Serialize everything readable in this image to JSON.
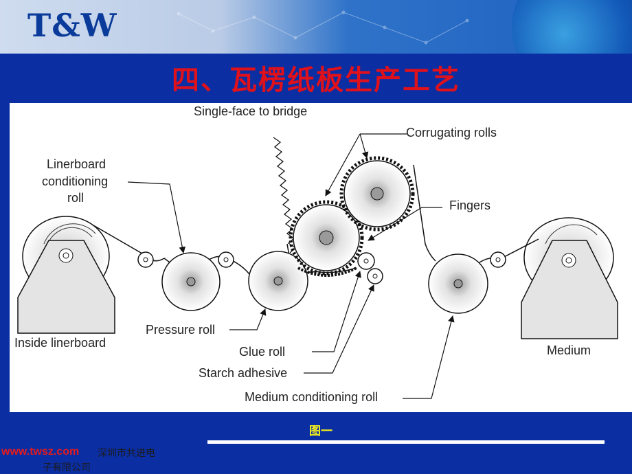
{
  "header": {
    "logo": "T&W"
  },
  "slide": {
    "title": "四、瓦楞纸板生产工艺",
    "caption": "图一"
  },
  "diagram": {
    "labels": {
      "single_face": "Single-face to bridge",
      "corrugating_rolls": "Corrugating rolls",
      "linerboard_line1": "Linerboard",
      "linerboard_line2": "conditioning",
      "linerboard_line3": "roll",
      "fingers": "Fingers",
      "pressure_roll": "Pressure roll",
      "inside_linerboard": "Inside linerboard",
      "glue_roll": "Glue roll",
      "medium": "Medium",
      "starch_adhesive": "Starch adhesive",
      "medium_conditioning": "Medium conditioning roll"
    }
  },
  "footer": {
    "url": "www.twsz.com",
    "company_line1": "深圳市共进电",
    "company_line2": "子有限公司"
  },
  "colors": {
    "background": "#0b2ea3",
    "title": "#e0111b",
    "caption": "#f4ef1a",
    "url": "#e61b1b"
  }
}
